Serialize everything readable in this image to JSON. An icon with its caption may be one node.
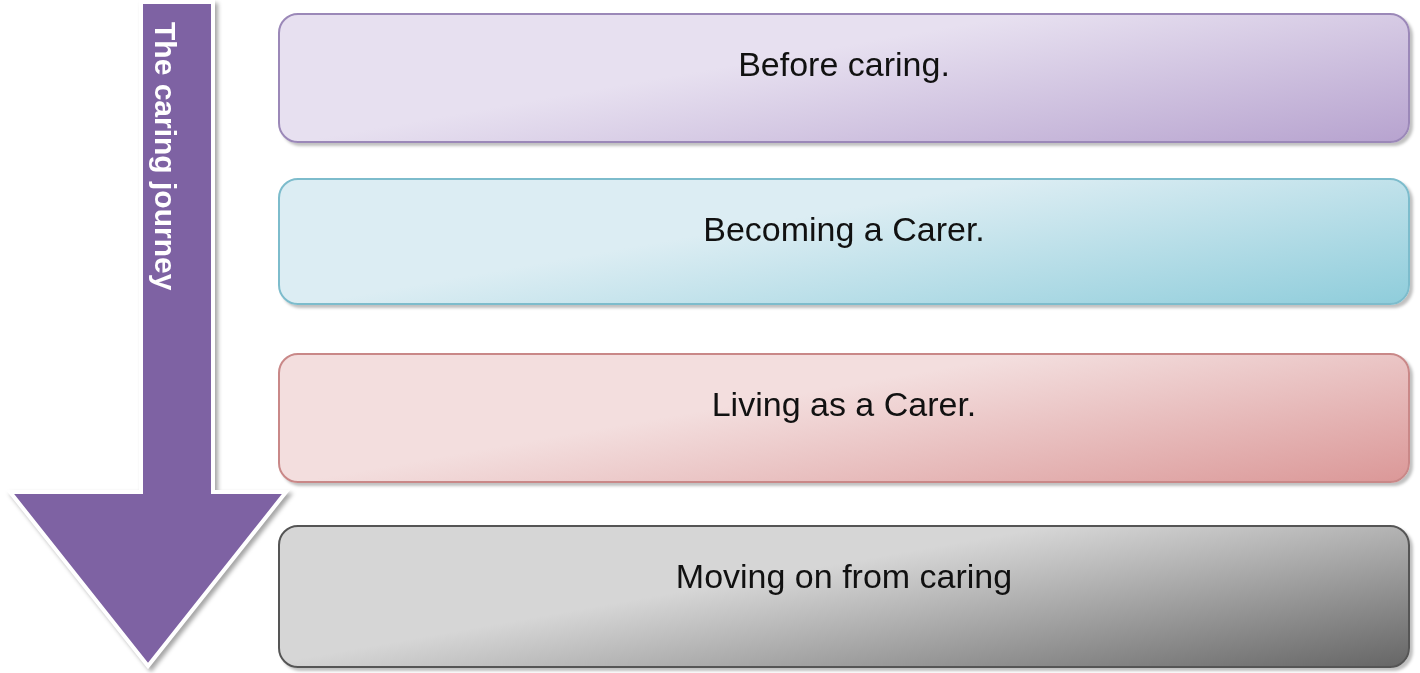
{
  "diagram": {
    "nodes": [
      {
        "text": [
          "The caring journey"
        ]
      },
      {
        "text": [
          "Before caring."
        ]
      },
      {
        "text": [
          "Becoming a Carer."
        ]
      },
      {
        "text": [
          "Living as a Carer."
        ]
      },
      {
        "text": [
          "Moving on from caring"
        ]
      }
    ]
  }
}
